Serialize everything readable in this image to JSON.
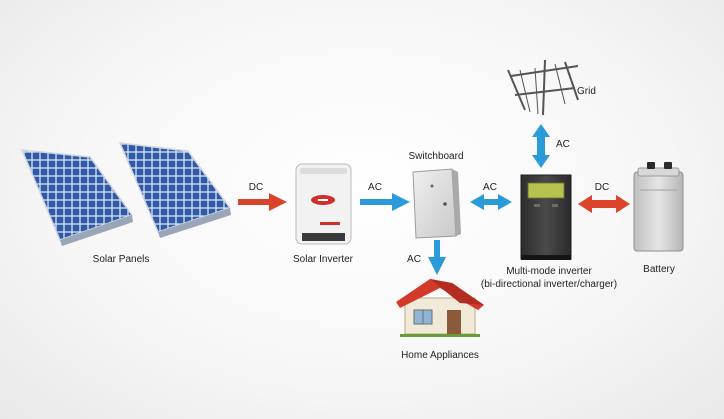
{
  "components": {
    "solar_panels": "Solar Panels",
    "solar_inverter": "Solar Inverter",
    "switchboard": "Switchboard",
    "multimode_line1": "Multi-mode inverter",
    "multimode_line2": "(bi-directional inverter/charger)",
    "battery": "Battery",
    "grid": "Grid",
    "home": "Home Appliances"
  },
  "flows": {
    "panels_to_inverter": "DC",
    "inverter_to_switchboard": "AC",
    "switchboard_multimode": "AC",
    "switchboard_to_home": "AC",
    "multimode_grid": "AC",
    "multimode_battery": "DC"
  },
  "colors": {
    "dc_arrow": "#d9442a",
    "ac_arrow": "#2a9ad8",
    "panel_cell": "#2f5aa8",
    "roof": "#d23a2a"
  }
}
